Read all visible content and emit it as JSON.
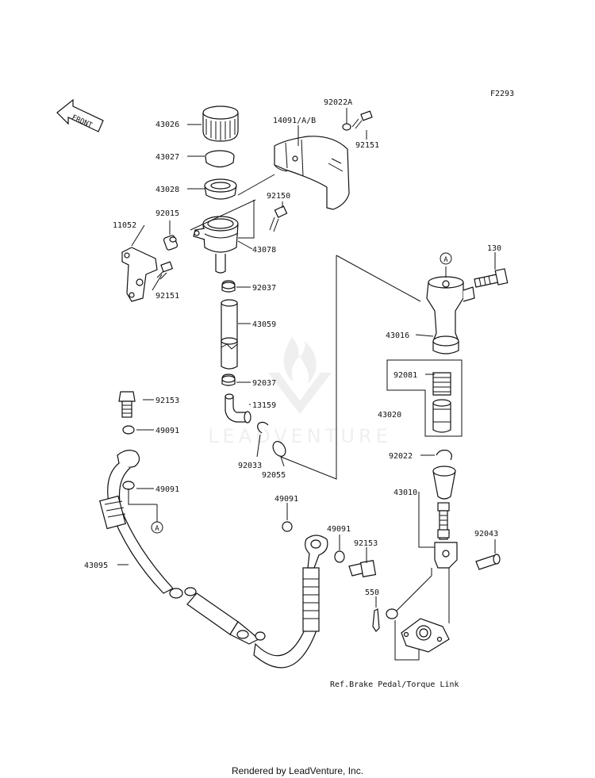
{
  "diagram_code": "F2293",
  "labels": {
    "p43026": "43026",
    "p43027": "43027",
    "p43028": "43028",
    "p14091": "14091/A/B",
    "p92022A": "92022A",
    "p92151a": "92151",
    "p92150": "92150",
    "p11052": "11052",
    "p92015": "92015",
    "p43078": "43078",
    "p92151b": "92151",
    "p92037a": "92037",
    "p43059": "43059",
    "p92037b": "92037",
    "p13159": "13159",
    "p92033": "92033",
    "p92055": "92055",
    "p92153a": "92153",
    "p49091a": "49091",
    "p49091b": "49091",
    "p43095": "43095",
    "p49091c": "49091",
    "p49091d": "49091",
    "p92153b": "92153",
    "p550": "550",
    "p130": "130",
    "p43016": "43016",
    "p92081": "92081",
    "p43020": "43020",
    "p92022": "92022",
    "p43010": "43010",
    "p92043": "92043"
  },
  "callouts": {
    "a1": "A",
    "a2": "A"
  },
  "front_label": "FRONT",
  "reference_note": "Ref.Brake Pedal/Torque Link",
  "watermark": "LEADVENTURE",
  "footer": "Rendered by LeadVenture, Inc."
}
